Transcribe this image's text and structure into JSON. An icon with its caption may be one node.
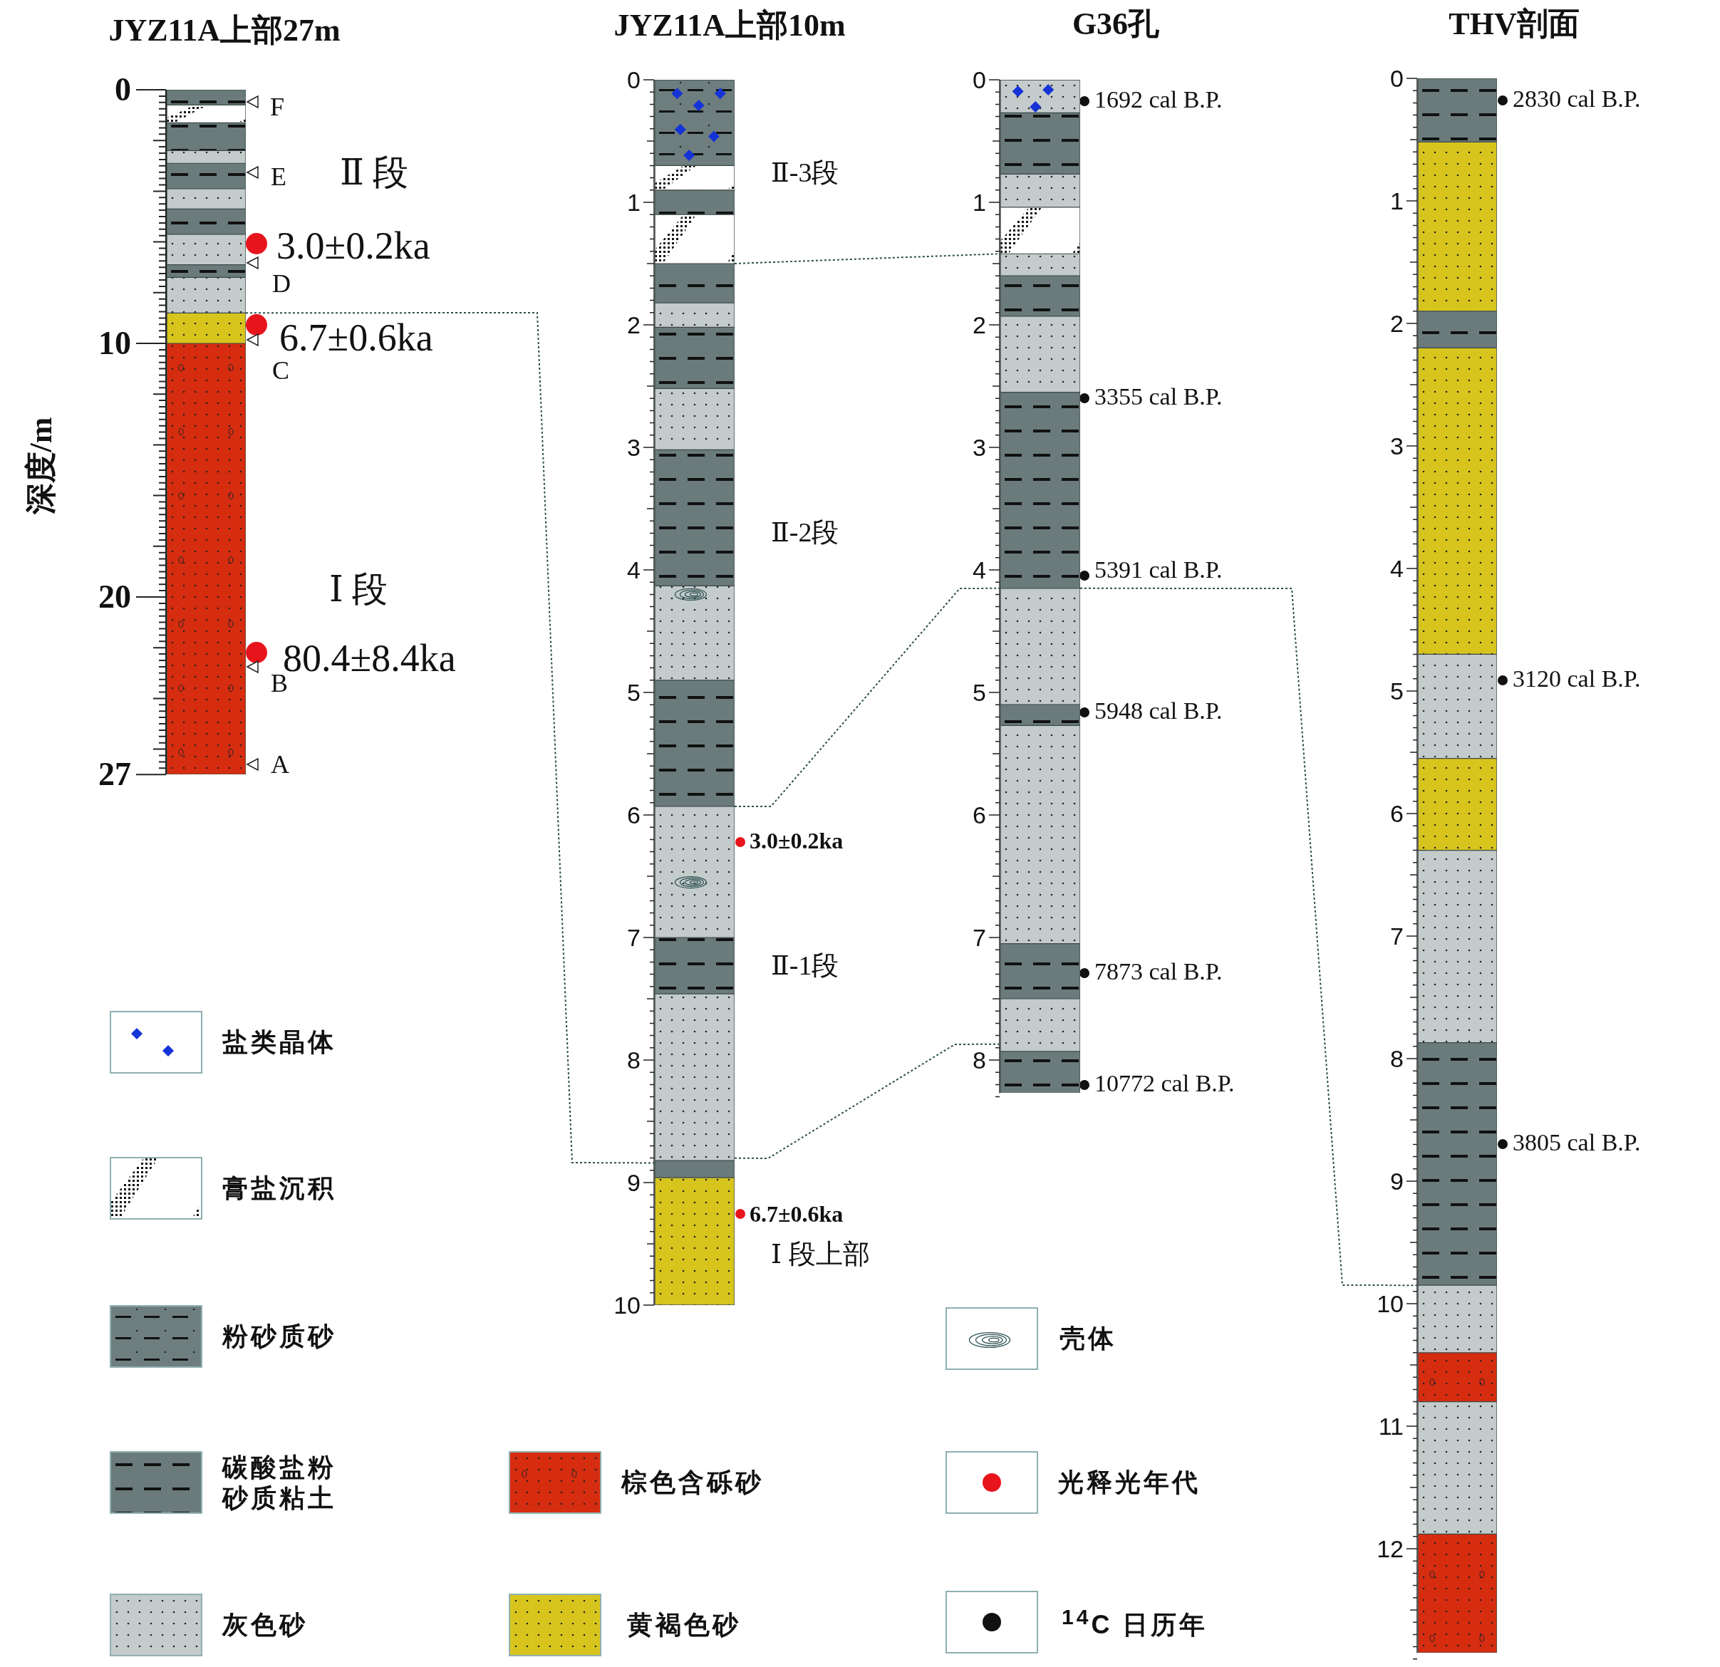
{
  "diagram": {
    "nodes": [
      {
        "text": [
          "JYZ11A上部27m"
        ],
        "beside": [
          "F",
          "E",
          "Ⅱ 段",
          "3.0±0.2ka",
          "D",
          "6.7±0.6ka",
          "C",
          "Ⅰ 段",
          "80.4±8.4ka",
          "B",
          "A"
        ]
      },
      {
        "text": [
          "JYZ11A上部10m"
        ],
        "beside": [
          "Ⅱ-3段",
          "Ⅱ-2段",
          "3.0±0.2ka",
          "Ⅱ-1段",
          "6.7±0.6ka",
          "Ⅰ 段上部"
        ]
      },
      {
        "text": [
          "G36孔"
        ],
        "beside": [
          "1692 cal B.P.",
          "3355 cal B.P.",
          "5391 cal B.P.",
          "5948 cal B.P.",
          "7873 cal B.P.",
          "10772 cal B.P."
        ]
      },
      {
        "text": [
          "THV剖面"
        ],
        "beside": [
          "2830 cal B.P.",
          "3120 cal B.P.",
          "3805 cal B.P."
        ]
      }
    ],
    "edges": [
      {
        "from": 0,
        "to": 1,
        "arrow": "none",
        "style": "dashed"
      },
      {
        "from": 1,
        "to": 2,
        "arrow": "none",
        "style": "dashed"
      },
      {
        "from": 1,
        "to": 2,
        "arrow": "none",
        "style": "dashed"
      },
      {
        "from": 1,
        "to": 2,
        "arrow": "none",
        "style": "dashed"
      },
      {
        "from": 2,
        "to": 3,
        "arrow": "none",
        "style": "dashed"
      }
    ],
    "labels": [
      "深度/m",
      "0",
      "10",
      "20",
      "27",
      "0",
      "1",
      "2",
      "3",
      "4",
      "5",
      "6",
      "7",
      "8",
      "9",
      "10",
      "0",
      "1",
      "2",
      "3",
      "4",
      "5",
      "6",
      "7",
      "8",
      "0",
      "1",
      "2",
      "3",
      "4",
      "5",
      "6",
      "7",
      "8",
      "9",
      "10",
      "11",
      "12"
    ],
    "legend": [
      {
        "text": "盐类晶体"
      },
      {
        "text": "膏盐沉积"
      },
      {
        "text": "粉砂质砂",
        "color": "#6e7e7e"
      },
      {
        "text": "碳酸盐粉砂质粘土",
        "color": "#6b7b7b"
      },
      {
        "text": "灰色砂",
        "color": "#c3cbcb"
      },
      {
        "text": "棕色含砾砂",
        "color": "#d62c10"
      },
      {
        "text": "黄褐色砂",
        "color": "#d7c51e"
      },
      {
        "text": "壳体"
      },
      {
        "text": "光释光年代"
      },
      {
        "text": "$^{14}$C 日历年"
      }
    ]
  }
}
